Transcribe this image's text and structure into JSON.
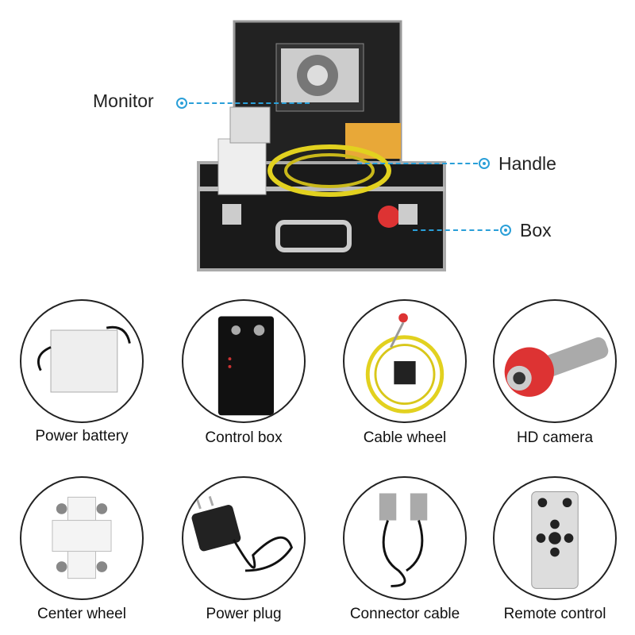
{
  "callouts": {
    "monitor": "Monitor",
    "handle": "Handle",
    "box": "Box"
  },
  "accent_color": "#2a9fd8",
  "components": [
    {
      "label": "Power battery",
      "icon": "battery-icon"
    },
    {
      "label": "Control box",
      "icon": "control-box-icon"
    },
    {
      "label": "Cable wheel",
      "icon": "cable-wheel-icon"
    },
    {
      "label": "HD camera",
      "icon": "camera-icon"
    },
    {
      "label": "Center wheel",
      "icon": "center-wheel-icon"
    },
    {
      "label": "Power plug",
      "icon": "power-plug-icon"
    },
    {
      "label": "Connector cable",
      "icon": "connector-cable-icon"
    },
    {
      "label": "Remote control",
      "icon": "remote-control-icon"
    }
  ]
}
